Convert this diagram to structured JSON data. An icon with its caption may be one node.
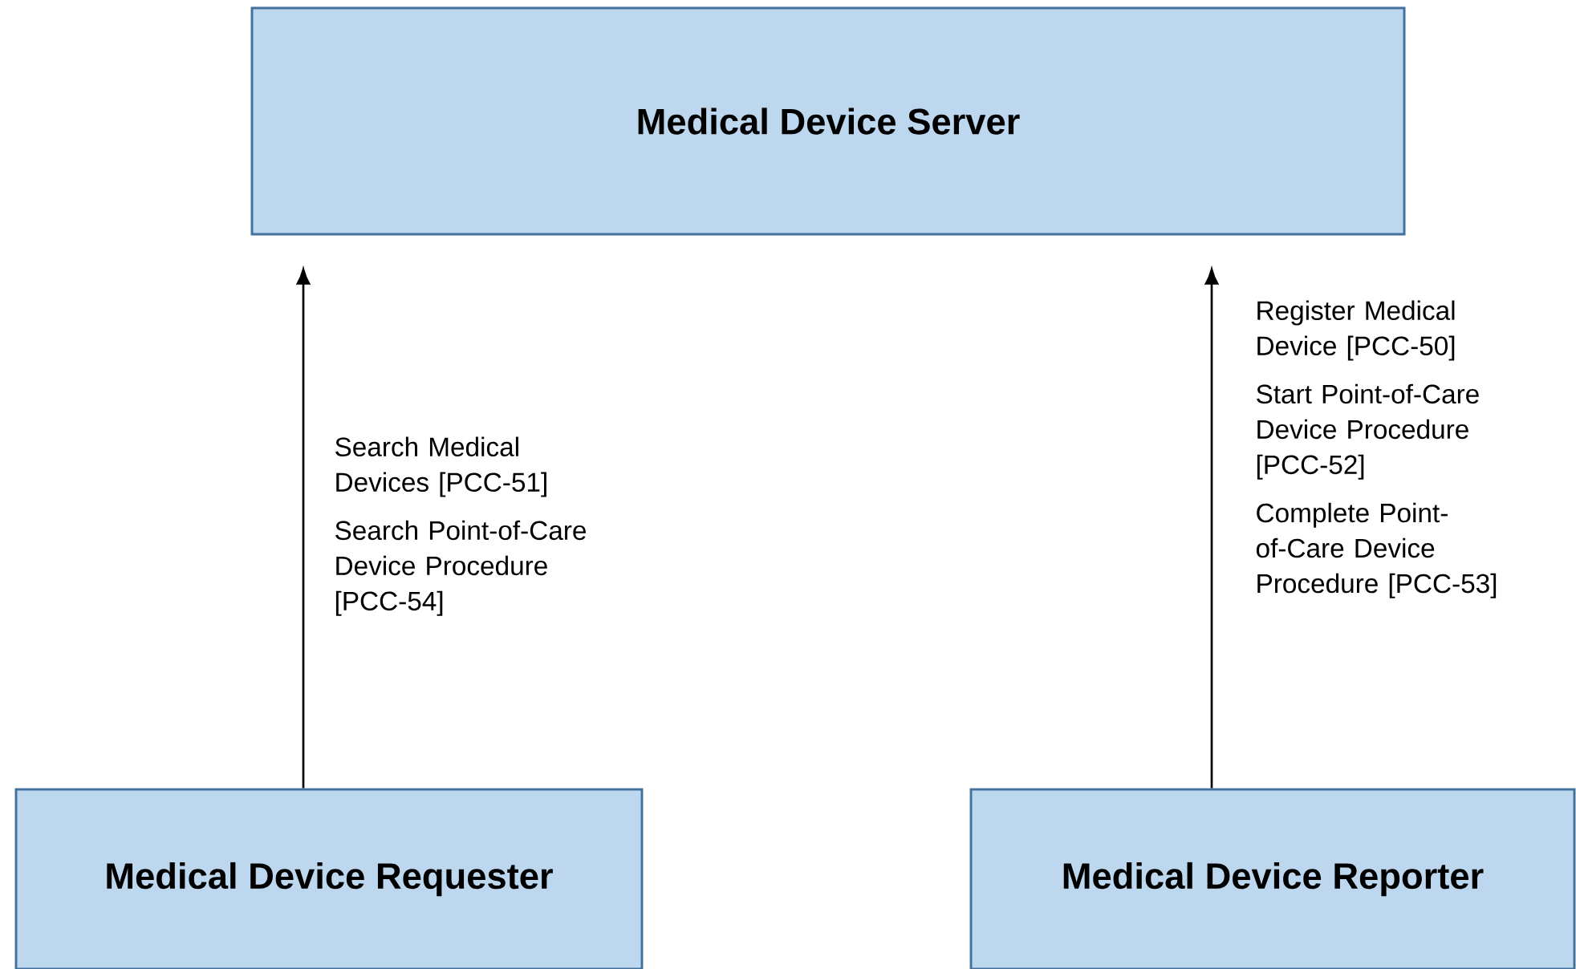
{
  "diagram": {
    "nodes": [
      {
        "text": [
          "Medical Device Server"
        ]
      },
      {
        "text": [
          "Medical Device Requester"
        ]
      },
      {
        "text": [
          "Medical Device Reporter"
        ]
      }
    ],
    "edges": [
      {
        "from": 1,
        "to": 0,
        "arrow": "to",
        "label": "Search Medical Devices [PCC-51]"
      },
      {
        "from": 2,
        "to": 0,
        "arrow": "to",
        "label": "Register Medical Device [PCC-50]"
      }
    ],
    "labels": [
      "Search Point-of-Care Device Procedure [PCC-54]",
      "Start Point-of-Care Device Procedure [PCC-52]",
      "Complete Point-of-Care Device Procedure [PCC-53]"
    ]
  }
}
